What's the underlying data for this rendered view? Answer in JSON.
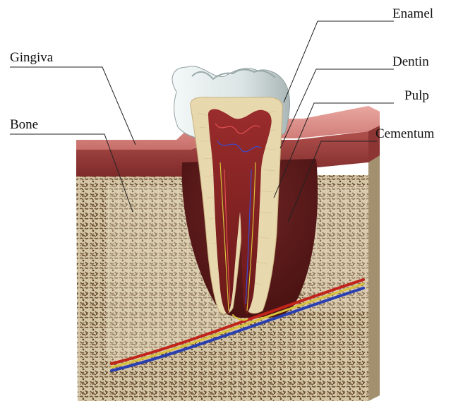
{
  "labels": {
    "enamel": "Enamel",
    "dentin": "Dentin",
    "pulp": "Pulp",
    "cementum": "Cementum",
    "gingiva": "Gingiva",
    "bone": "Bone"
  },
  "colors": {
    "gingiva_top": "#d98a86",
    "gingiva_side": "#b0504c",
    "bone_base": "#cbb79a",
    "bone_speck": "#6e5435",
    "enamel": "#dfe8e8",
    "dentin": "#e6d6ad",
    "pulp": "#8a2424",
    "artery": "#c0241a",
    "vein": "#2a3fb0",
    "nerve": "#d8c23a"
  }
}
